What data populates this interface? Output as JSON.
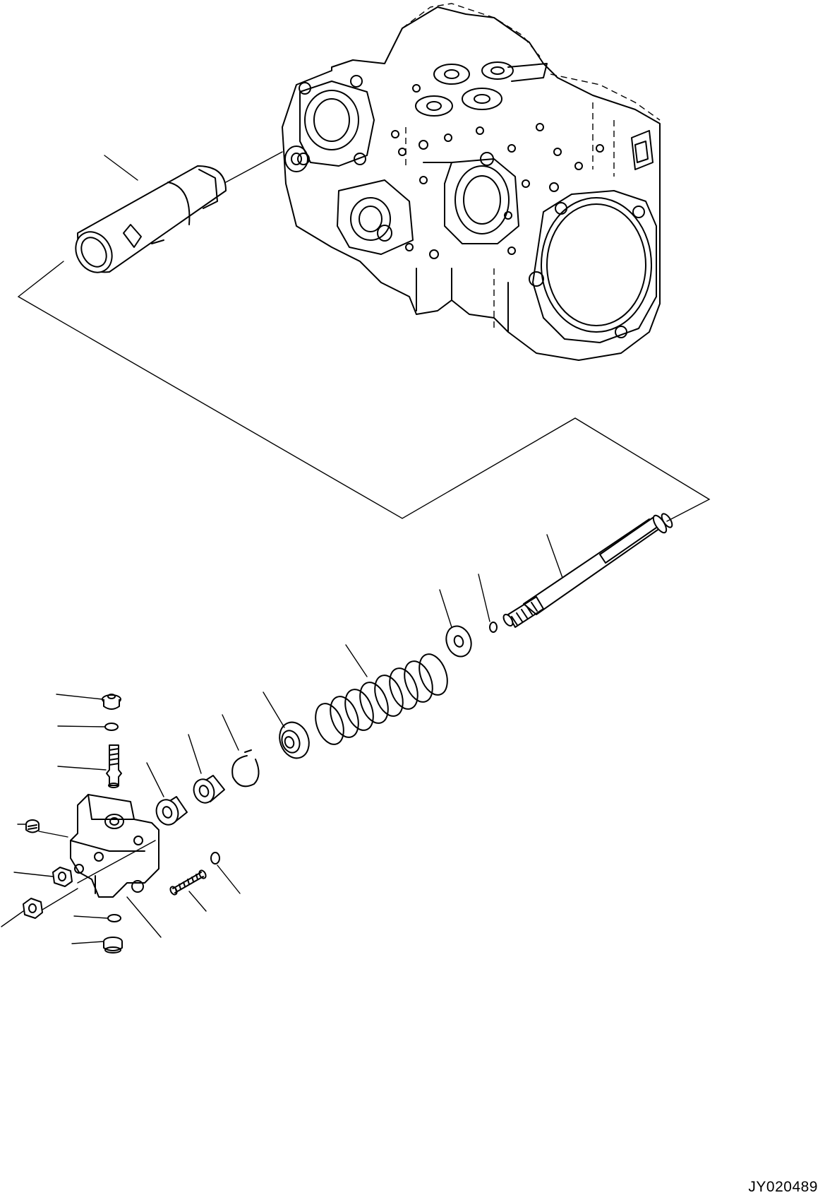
{
  "drawing": {
    "id": "JY020489"
  },
  "components": [
    "pump-case",
    "sleeve",
    "piston-rod",
    "o-ring",
    "washer",
    "spring",
    "spring-seat",
    "snap-ring",
    "collar",
    "bushing",
    "plug",
    "nipple",
    "valve-body",
    "small-spring",
    "nut",
    "set-screw"
  ]
}
